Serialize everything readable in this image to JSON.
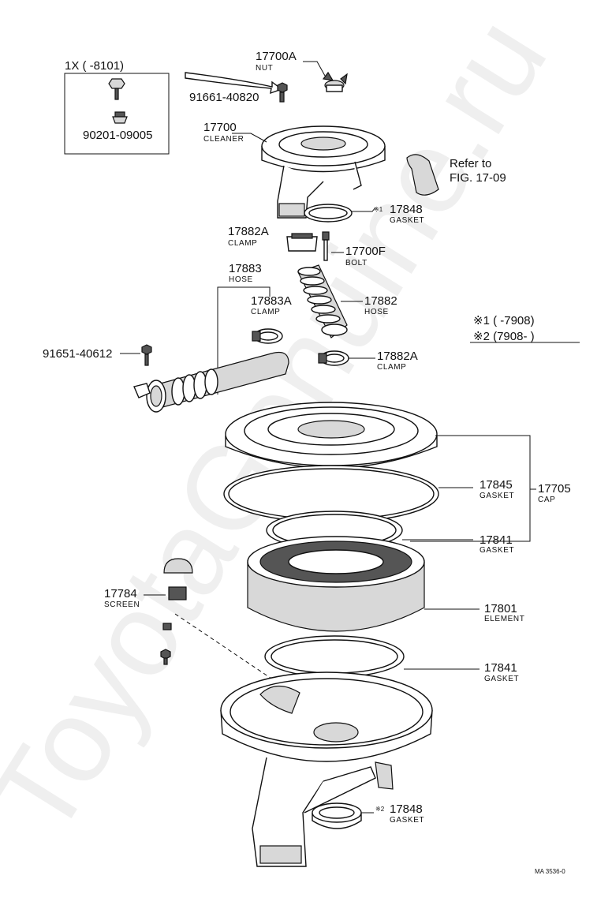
{
  "watermark": "ToyotaGenuine.ru",
  "figure_code": "MA 3536-0",
  "inset": {
    "title": "1X (      -8101)",
    "part_upper": "91661-40820",
    "part_lower": "90201-09005"
  },
  "refer": {
    "line1": "Refer to",
    "line2": "FIG. 17-09"
  },
  "notes": {
    "note1": "※1 (      -7908)",
    "note2": "※2 (7908-      )"
  },
  "callouts": {
    "nut": {
      "number": "17700A",
      "name": "NUT"
    },
    "cleaner": {
      "number": "17700",
      "name": "CLEANER"
    },
    "gasket_top": {
      "prefix": "※1",
      "number": "17848",
      "name": "GASKET"
    },
    "clamp_a_top": {
      "number": "17882A",
      "name": "CLAMP"
    },
    "bolt": {
      "number": "17700F",
      "name": "BOLT"
    },
    "hose_883": {
      "number": "17883",
      "name": "HOSE"
    },
    "clamp_883a": {
      "number": "17883A",
      "name": "CLAMP"
    },
    "hose_882": {
      "number": "17882",
      "name": "HOSE"
    },
    "bolt_side": {
      "number": "91651-40612"
    },
    "clamp_a_bottom": {
      "number": "17882A",
      "name": "CLAMP"
    },
    "gasket_845": {
      "number": "17845",
      "name": "GASKET"
    },
    "cap": {
      "number": "17705",
      "name": "CAP"
    },
    "gasket_841_top": {
      "number": "17841",
      "name": "GASKET"
    },
    "screen": {
      "number": "17784",
      "name": "SCREEN"
    },
    "element": {
      "number": "17801",
      "name": "ELEMENT"
    },
    "gasket_841_bottom": {
      "number": "17841",
      "name": "GASKET"
    },
    "gasket_bottom": {
      "prefix": "※2",
      "number": "17848",
      "name": "GASKET"
    }
  }
}
